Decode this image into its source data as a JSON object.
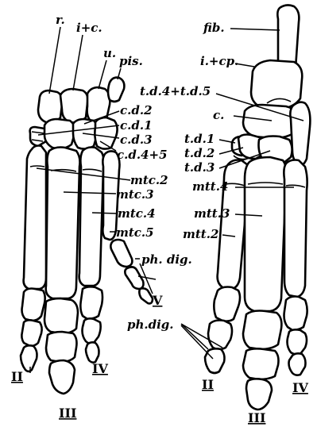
{
  "left_labels": {
    "r": "r.",
    "ic": "i+c.",
    "u": "u.",
    "pis": "pis.",
    "cd2": "c.d.2",
    "cd1": "c.d.1",
    "cd3": "c.d.3",
    "cd45": "c.d.4+5",
    "mtc2": "mtc.2",
    "mtc3": "mtc.3",
    "mtc4": "mtc.4",
    "mtc5": "mtc.5",
    "phdig": "ph. dig.",
    "dig5": "V",
    "dig2": "II",
    "dig3": "III",
    "dig4": "IV"
  },
  "right_labels": {
    "fib": "fib.",
    "icp": "i.+cp.",
    "td45": "t.d.4+t.d.5",
    "c": "c.",
    "td1": "t.d.1",
    "td2": "t.d.2",
    "td3": "t.d.3",
    "mtt4": "mtt.4",
    "mtt3": "mtt.3",
    "mtt2": "mtt.2",
    "phdig": "ph.dig.",
    "dig2": "II",
    "dig3": "III",
    "dig4": "IV"
  }
}
